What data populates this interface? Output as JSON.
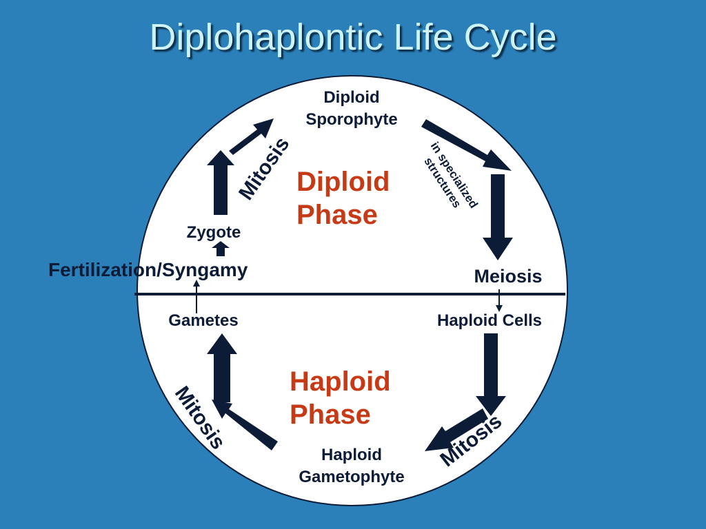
{
  "title": "Diplohaplontic Life Cycle",
  "nodes": {
    "sporophyte_line1": "Diploid",
    "sporophyte_line2": "Sporophyte",
    "zygote": "Zygote",
    "fertilization": "Fertilization/Syngamy",
    "meiosis": "Meiosis",
    "gametes": "Gametes",
    "haploid_cells": "Haploid Cells",
    "gametophyte_line1": "Haploid",
    "gametophyte_line2": "Gametophyte"
  },
  "phases": {
    "diploid_line1": "Diploid",
    "diploid_line2": "Phase",
    "haploid_line1": "Haploid",
    "haploid_line2": "Phase"
  },
  "processes": {
    "mitosis_top_left": "Mitosis",
    "mitosis_bottom_left": "Mitosis",
    "mitosis_bottom_right": "Mitosis",
    "specialized_line1": "in specialized",
    "specialized_line2": "structures"
  },
  "colors": {
    "background": "#2b80b9",
    "title": "#cdf3f6",
    "arrow": "#0c1b36",
    "phase_text": "#c63b16",
    "circle": "#ffffff"
  }
}
